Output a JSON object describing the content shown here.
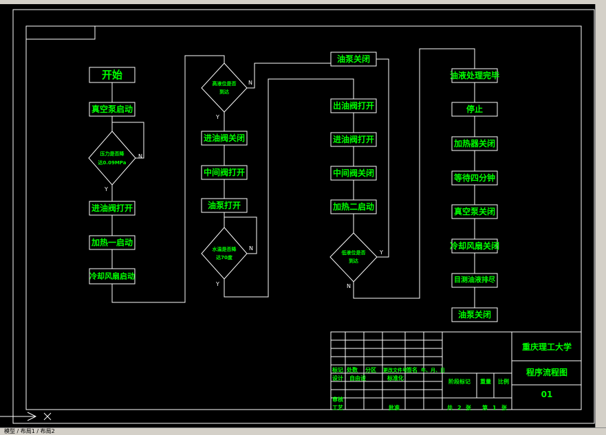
{
  "flow": {
    "start": "开始",
    "c1": [
      "真空泵启动",
      "进油阀打开",
      "加热一启动",
      "冷却风扇启动"
    ],
    "d1": "压力是否降达0.09MPa",
    "c2": [
      "进油阀关闭",
      "中间阀打开",
      "油泵打开"
    ],
    "d2": "高液位是否到达",
    "d3": "水温是否降达70度",
    "c3top": "油泵关闭",
    "c3": [
      "出油阀打开",
      "进油阀打开",
      "中间阀关闭",
      "加热二启动"
    ],
    "d4": "低液位是否到达",
    "c4": [
      "油液处理完毕",
      "停止",
      "加热器关闭",
      "等待四分钟",
      "真空泵关闭",
      "冷却风扇关闭",
      "目测油液排尽",
      "油泵关闭"
    ],
    "yes": "Y",
    "no": "N"
  },
  "titleblock": {
    "school": "重庆理工大学",
    "drawing": "程序流程图",
    "number": "01",
    "row1": [
      "标记",
      "处数",
      "分区",
      "更改文件号",
      "签名",
      "年、月、日"
    ],
    "row2": [
      "设计",
      "自由设",
      "标准化"
    ],
    "row3": [
      "审核"
    ],
    "row4": [
      "工艺",
      "批准"
    ],
    "stage": [
      "阶段标记",
      "重量",
      "比例"
    ],
    "sheet": [
      "共",
      "2",
      "张",
      "第",
      "1",
      "张"
    ]
  },
  "status": {
    "cmd": "模型 / 布局1 / 布局2"
  }
}
